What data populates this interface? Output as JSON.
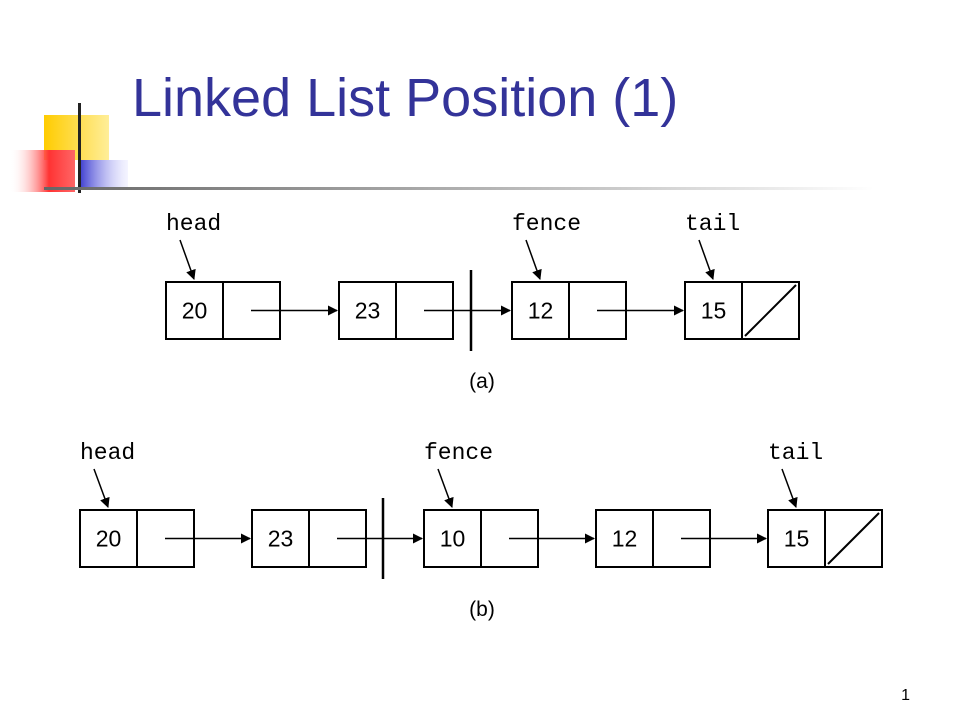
{
  "title": "Linked List Position (1)",
  "page_number": "1",
  "diagrams": [
    {
      "caption": "(a)",
      "nodes": [
        "20",
        "23",
        "12",
        "15"
      ],
      "fence_before_index": 2,
      "pointers": [
        {
          "label": "head",
          "node": 0
        },
        {
          "label": "fence",
          "node": 2
        },
        {
          "label": "tail",
          "node": 3
        }
      ]
    },
    {
      "caption": "(b)",
      "nodes": [
        "20",
        "23",
        "10",
        "12",
        "15"
      ],
      "fence_before_index": 2,
      "pointers": [
        {
          "label": "head",
          "node": 0
        },
        {
          "label": "fence",
          "node": 2
        },
        {
          "label": "tail",
          "node": 4
        }
      ]
    }
  ]
}
